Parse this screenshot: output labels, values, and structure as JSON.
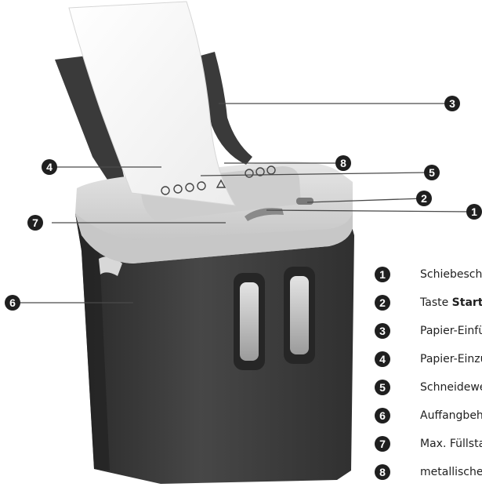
{
  "callouts": [
    {
      "num": "1"
    },
    {
      "num": "2"
    },
    {
      "num": "3"
    },
    {
      "num": "4"
    },
    {
      "num": "5"
    },
    {
      "num": "6"
    },
    {
      "num": "7"
    },
    {
      "num": "8"
    }
  ],
  "legend": [
    {
      "num": "1",
      "text": "Schiebeschalter"
    },
    {
      "num": "2",
      "text": "Taste ",
      "bold": "Start"
    },
    {
      "num": "3",
      "text": "Papier-Einführung"
    },
    {
      "num": "4",
      "text": "Papier-Einzug"
    },
    {
      "num": "5",
      "text": "Schneidewerk"
    },
    {
      "num": "6",
      "text": "Auffangbehälter"
    },
    {
      "num": "7",
      "text": "Max. Füllstand"
    },
    {
      "num": "8",
      "text": "metallische Gegenstände"
    }
  ],
  "colors": {
    "bin": "#3b3b3b",
    "lid": "#d5d5d5",
    "paper": "#f7f7f7",
    "guides": "#3a3a3a",
    "badge": "#1f1f1f"
  }
}
